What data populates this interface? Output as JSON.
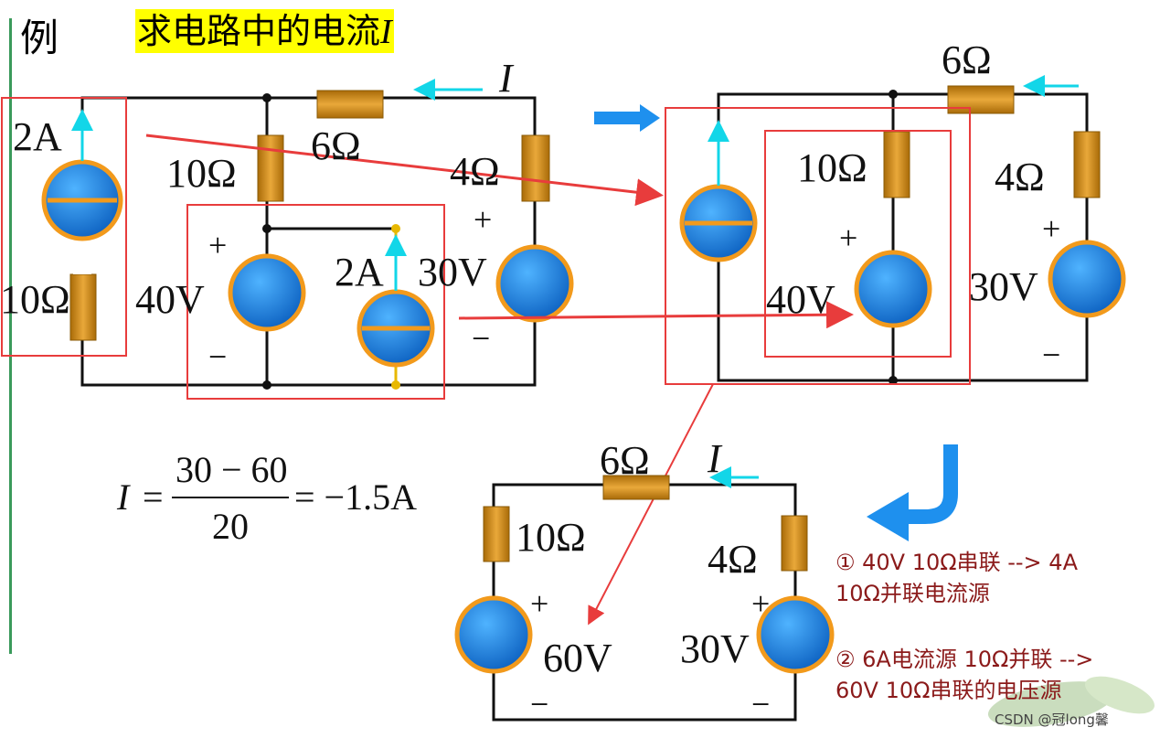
{
  "title": {
    "example": "例",
    "main": "求电路中的电流",
    "var": "I"
  },
  "circuit1": {
    "cs_left": "2A",
    "r_left": "10Ω",
    "r_mid": "10Ω",
    "r_top": "6Ω",
    "r_right": "4Ω",
    "vs_mid": "40V",
    "cs_mid": "2A",
    "vs_right": "30V",
    "current": "I",
    "plus": "+",
    "minus": "−"
  },
  "circuit2": {
    "r_top": "6Ω",
    "r_mid": "10Ω",
    "r_right": "4Ω",
    "vs_mid": "40V",
    "vs_right": "30V",
    "plus": "+",
    "minus": "−"
  },
  "circuit3": {
    "r_top": "6Ω",
    "r_left": "10Ω",
    "r_right": "4Ω",
    "vs_left": "60V",
    "vs_right": "30V",
    "current": "I",
    "plus": "+",
    "minus": "−"
  },
  "formula": {
    "lhs": "I",
    "eq": "=",
    "num": "30 − 60",
    "den": "20",
    "result": "= −1.5A"
  },
  "notes": {
    "note1_line1": "① 40V 10Ω串联 --> 4A",
    "note1_line2": "10Ω并联电流源",
    "note2_line1": "② 6A电流源 10Ω并联 -->",
    "note2_line2": "60V 10Ω串联的电压源"
  },
  "watermark": "CSDN @冠long馨",
  "colors": {
    "wire": "#111111",
    "resistor": "#c98a12",
    "source_fill": "#1a7bd6",
    "source_ring": "#f29a1c",
    "arrow_cyan": "#12d6e8",
    "box_red": "#e83c3c",
    "highlight": "#ffff00",
    "big_arrow": "#1e90ee",
    "note": "#8b1a1a"
  }
}
